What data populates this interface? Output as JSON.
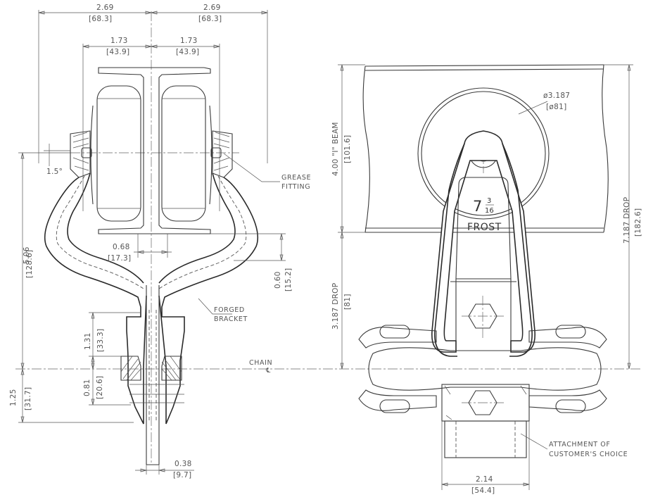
{
  "dimensions": {
    "top_left_width": "2.69",
    "top_left_width_mm": "[68.3]",
    "top_right_width": "2.69",
    "top_right_width_mm": "[68.3]",
    "wheel_left": "1.73",
    "wheel_left_mm": "[43.9]",
    "wheel_right": "1.73",
    "wheel_right_mm": "[43.9]",
    "angle": "1.5°",
    "height_total": "5.06",
    "height_total_mm": "[128.6]",
    "flange_gap": "0.68",
    "flange_gap_mm": "[17.3]",
    "flange_drop": "0.60",
    "flange_drop_mm": "[15.2]",
    "stem_height": "1.31",
    "stem_height_mm": "[33.3]",
    "pin_height": "0.81",
    "pin_height_mm": "[20.6]",
    "below_chain": "1.25",
    "below_chain_mm": "[31.7]",
    "stem_width": "0.38",
    "stem_width_mm": "[9.7]",
    "wheel_dia": "ø3.187",
    "wheel_dia_mm": "[ø81]",
    "beam": "4.00 \"I\" BEAM",
    "beam_mm": "[101.6]",
    "drop_small": "3.187 DROP",
    "drop_small_mm": "[81]",
    "drop_large": "7.187 DROP",
    "drop_large_mm": "[182.6]",
    "attachment_width": "2.14",
    "attachment_width_mm": "[54.4]"
  },
  "labels": {
    "grease_1": "GREASE",
    "grease_2": "FITTING",
    "forged_1": "FORGED",
    "forged_2": "BRACKET",
    "chain": "CHAIN",
    "chain_cl": "℄",
    "attach_1": "ATTACHMENT OF",
    "attach_2": "CUSTOMER'S CHOICE"
  },
  "bracket_marking": {
    "whole": "7",
    "num": "3",
    "den": "16",
    "brand": "FROST"
  }
}
